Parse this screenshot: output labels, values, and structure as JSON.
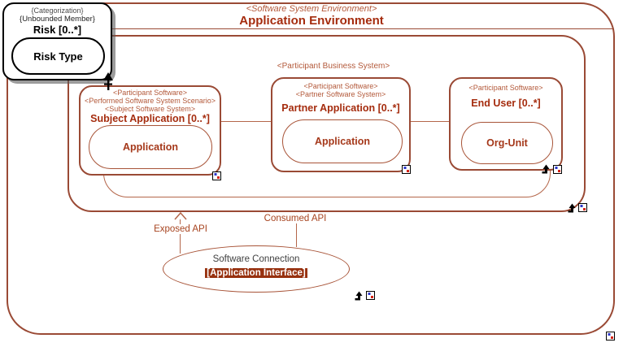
{
  "env": {
    "stereotype": "<Software System Environment>",
    "title": "Application Environment"
  },
  "business_system_label": "<Participant Business System>",
  "risk": {
    "stereotype1": "{Categorization}",
    "stereotype2": "{Unbounded Member}",
    "title": "Risk [0..*]",
    "inner": "Risk Type"
  },
  "participants": [
    {
      "stereotype1": "<Participant Software>",
      "stereotype2": "<Performed Software System Scenario>",
      "stereotype3": "<Subject Software System>",
      "title": "Subject Application [0..*]",
      "inner": "Application"
    },
    {
      "stereotype1": "<Participant Software>",
      "stereotype2": "<Partner Software System>",
      "title": "Partner Application [0..*]",
      "inner": "Application"
    },
    {
      "stereotype1": "<Participant Software>",
      "title": "End User [0..*]",
      "inner": "Org-Unit"
    }
  ],
  "apis": {
    "exposed_label": "Exposed API",
    "consumed_label": "Consumed API"
  },
  "connection": {
    "title": "Software Connection",
    "selected_text": "[Application Interface]"
  },
  "icons": {
    "indicator": "detail-indicator-icon",
    "shortcut": "shortcut-arrow-icon",
    "categorization_anchor": "categorization-anchor-icon",
    "exposed_arrowhead": "open-arrowhead-icon"
  },
  "colors": {
    "border_dark": "#9a4a35",
    "border_light": "#a85438",
    "stereotype_text": "#b3593a",
    "title_text": "#a52c0e",
    "api_label_text": "#a74420",
    "highlight_bg": "#97310f",
    "highlight_text": "#ffffff",
    "risk_border": "#000000"
  }
}
